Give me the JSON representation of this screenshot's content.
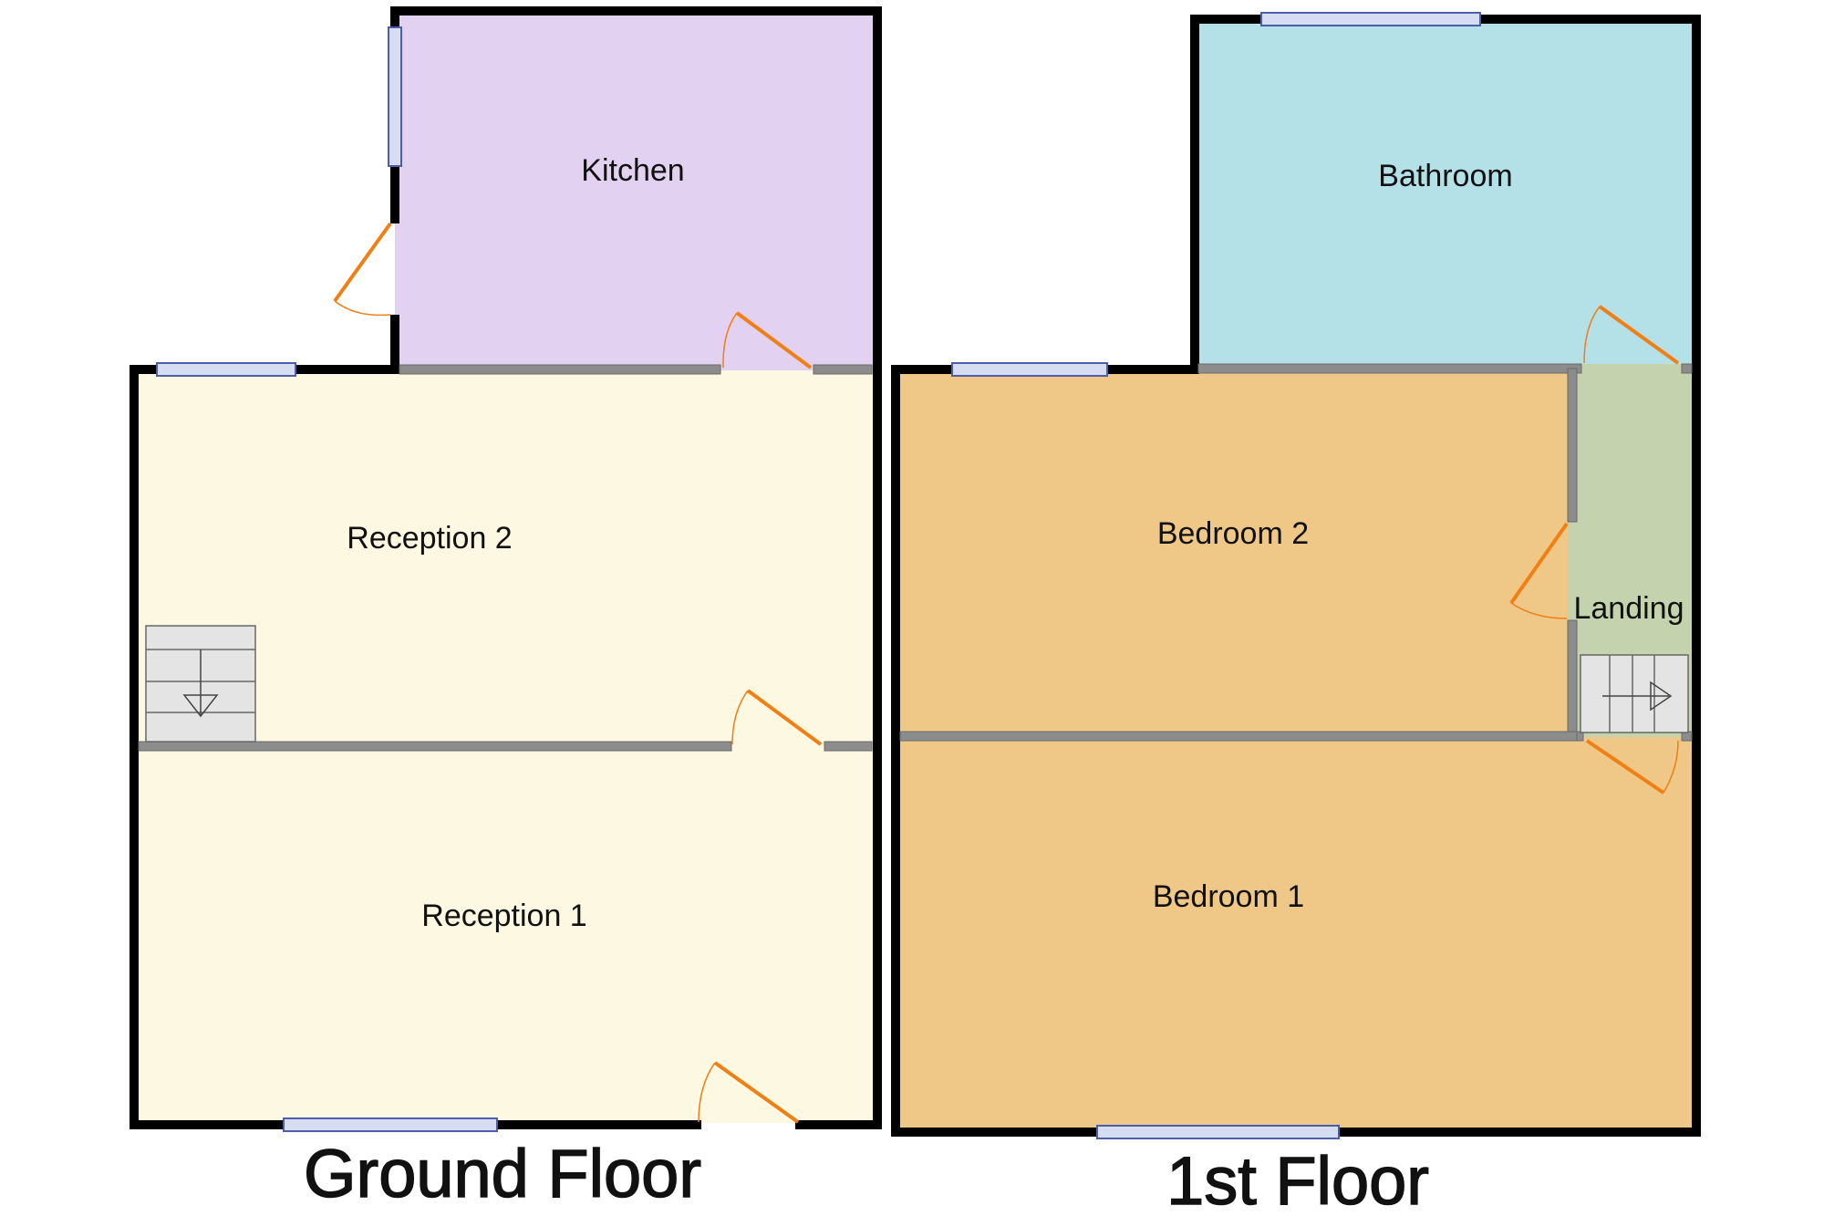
{
  "floors": [
    {
      "label": "Ground Floor",
      "rooms": [
        {
          "key": "kitchen",
          "label": "Kitchen",
          "color": "#e3d1f1"
        },
        {
          "key": "reception-2",
          "label": "Reception 2",
          "color": "#fdf8e1"
        },
        {
          "key": "reception-1",
          "label": "Reception 1",
          "color": "#fdf8e1"
        }
      ]
    },
    {
      "label": "1st Floor",
      "rooms": [
        {
          "key": "bathroom",
          "label": "Bathroom",
          "color": "#b4e0e8"
        },
        {
          "key": "bedroom-2",
          "label": "Bedroom 2",
          "color": "#efc887"
        },
        {
          "key": "landing",
          "label": "Landing",
          "color": "#c4d3ae"
        },
        {
          "key": "bedroom-1",
          "label": "Bedroom 1",
          "color": "#efc887"
        }
      ]
    }
  ],
  "colors": {
    "external_wall": "#000000",
    "internal_wall": "#8c8c8c",
    "door": "#f07f14",
    "window": "#d6dcf2",
    "stairs": "#e4e4e4"
  }
}
